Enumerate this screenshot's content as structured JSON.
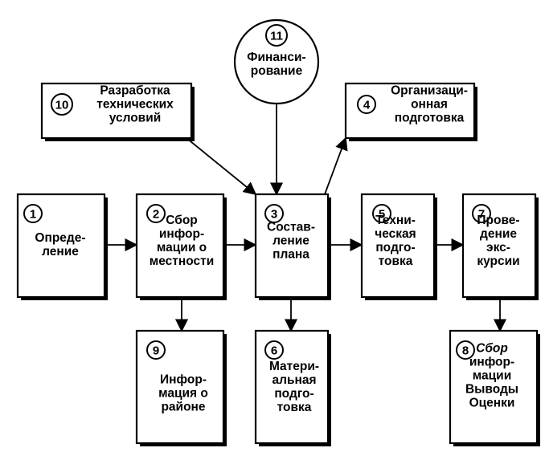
{
  "nodes": [
    {
      "id": "1",
      "number": "1",
      "lines": [
        "Опреде-",
        "ление"
      ]
    },
    {
      "id": "2",
      "number": "2",
      "lines": [
        "Сбор",
        "инфор-",
        "мации о",
        "местности"
      ]
    },
    {
      "id": "3",
      "number": "3",
      "lines": [
        "Состав-",
        "ление",
        "плана"
      ]
    },
    {
      "id": "4",
      "number": "4",
      "lines": [
        "Организаци-",
        "онная",
        "подготовка"
      ]
    },
    {
      "id": "5",
      "number": "5",
      "lines": [
        "Техни-",
        "ческая",
        "подго-",
        "товка"
      ]
    },
    {
      "id": "6",
      "number": "6",
      "lines": [
        "Матери-",
        "альная",
        "подго-",
        "товка"
      ]
    },
    {
      "id": "7",
      "number": "7",
      "lines": [
        "Прове-",
        "дение",
        "экс-",
        "курсии"
      ]
    },
    {
      "id": "8",
      "number": "8",
      "lines": [
        "Сбор",
        "инфор-",
        "мации",
        "Выводы",
        "Оценки"
      ],
      "italic_first_line": true
    },
    {
      "id": "9",
      "number": "9",
      "lines": [
        "Инфор-",
        "мация о",
        "районе"
      ]
    },
    {
      "id": "10",
      "number": "10",
      "lines": [
        "Разработка",
        "технических",
        "условий"
      ]
    },
    {
      "id": "11",
      "number": "11",
      "lines": [
        "Финанси-",
        "рование"
      ]
    }
  ],
  "edges": [
    {
      "from": "1",
      "to": "2"
    },
    {
      "from": "2",
      "to": "3"
    },
    {
      "from": "3",
      "to": "5"
    },
    {
      "from": "5",
      "to": "7"
    },
    {
      "from": "2",
      "to": "9"
    },
    {
      "from": "3",
      "to": "6"
    },
    {
      "from": "7",
      "to": "8"
    },
    {
      "from": "10",
      "to": "3"
    },
    {
      "from": "11",
      "to": "3"
    },
    {
      "from": "3",
      "to": "4"
    }
  ]
}
